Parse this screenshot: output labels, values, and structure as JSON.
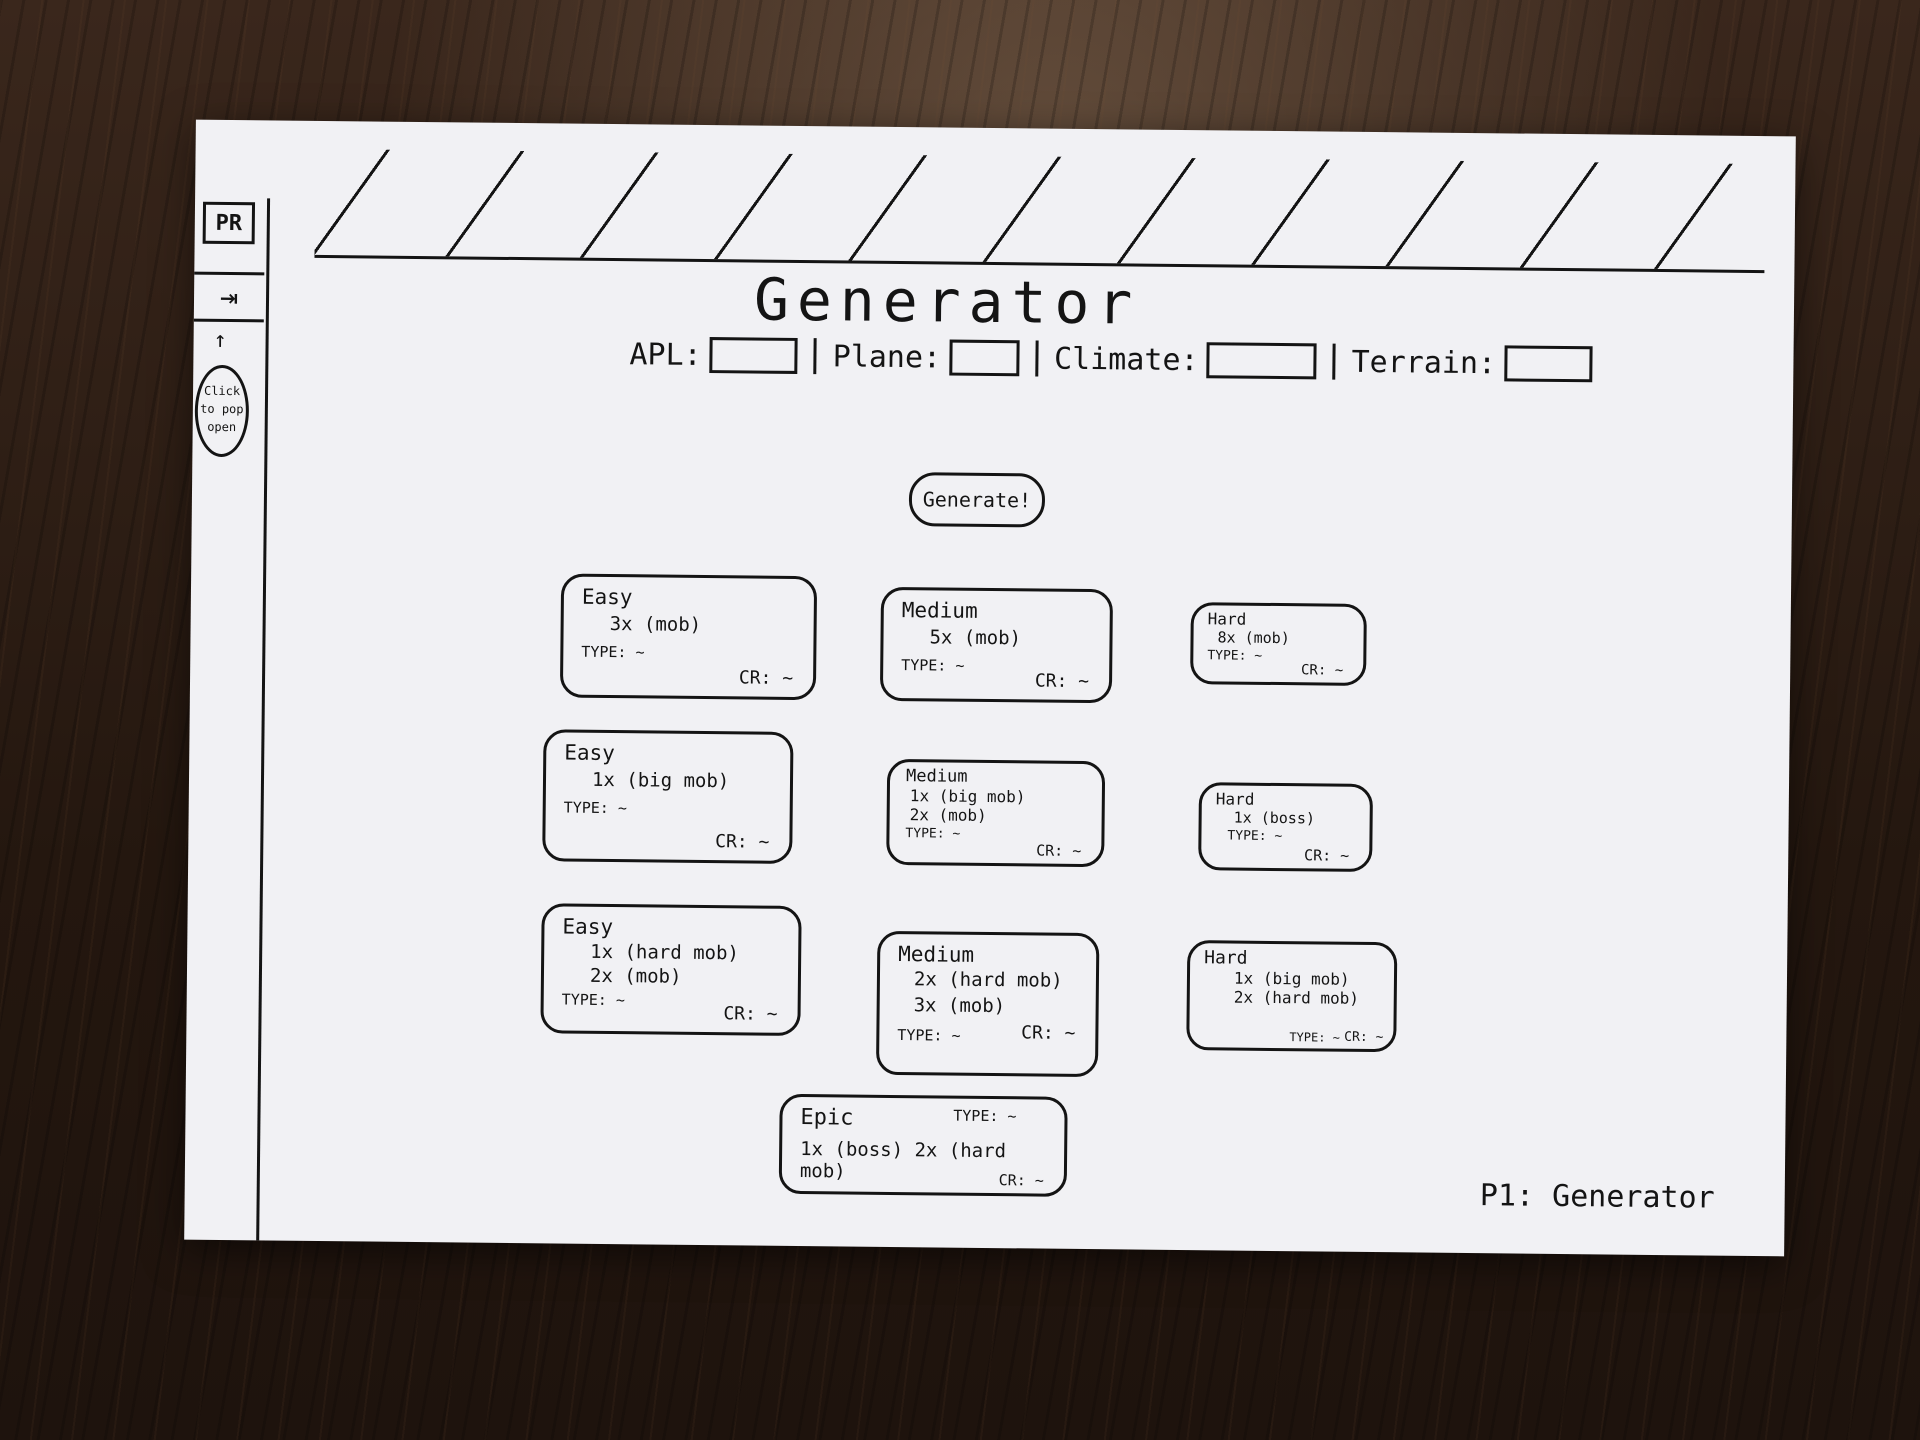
{
  "sidebar": {
    "logo": "PR",
    "expand_icon": "arrow-right-to-bar-icon",
    "arrow": "↑",
    "note_lines": [
      "Click",
      "to pop",
      "open"
    ]
  },
  "main": {
    "title": "Generator",
    "filters": [
      {
        "label": "APL:"
      },
      {
        "label": "Plane:"
      },
      {
        "label": "Climate:"
      },
      {
        "label": "Terrain:"
      }
    ],
    "generate_label": "Generate!"
  },
  "cards": [
    {
      "difficulty": "Easy",
      "lines": [
        "3x (mob)"
      ],
      "type": "TYPE: ~",
      "cr": "CR: ~"
    },
    {
      "difficulty": "Medium",
      "lines": [
        "5x (mob)"
      ],
      "type": "TYPE: ~",
      "cr": "CR: ~"
    },
    {
      "difficulty": "Hard",
      "lines": [
        "8x (mob)"
      ],
      "type": "TYPE: ~",
      "cr": "CR: ~"
    },
    {
      "difficulty": "Easy",
      "lines": [
        "1x (big mob)"
      ],
      "type": "TYPE: ~",
      "cr": "CR: ~"
    },
    {
      "difficulty": "Medium",
      "lines": [
        "1x (big mob)",
        "2x (mob)"
      ],
      "type": "TYPE: ~",
      "cr": "CR: ~"
    },
    {
      "difficulty": "Hard",
      "lines": [
        "1x (boss)"
      ],
      "type": "TYPE: ~",
      "cr": "CR: ~"
    },
    {
      "difficulty": "Easy",
      "lines": [
        "1x (hard mob)",
        "2x (mob)"
      ],
      "type": "TYPE: ~",
      "cr": "CR: ~"
    },
    {
      "difficulty": "Medium",
      "lines": [
        "2x (hard mob)",
        "3x (mob)"
      ],
      "type": "TYPE: ~",
      "cr": "CR: ~"
    },
    {
      "difficulty": "Hard",
      "lines": [
        "1x (big mob)",
        "2x (hard mob)"
      ],
      "type": "TYPE: ~",
      "cr": "CR: ~"
    },
    {
      "difficulty": "Epic",
      "lines": [
        "1x (boss) 2x (hard mob)"
      ],
      "type": "TYPE: ~",
      "cr": "CR: ~"
    }
  ],
  "page_label": "P1: Generator"
}
